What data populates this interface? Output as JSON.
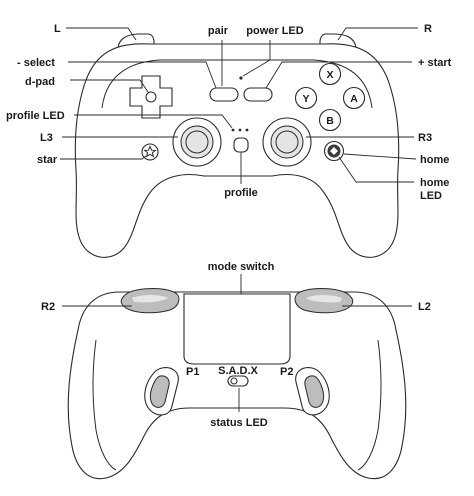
{
  "top_controller": {
    "labels": {
      "L": "L",
      "R": "R",
      "pair": "pair",
      "power_led": "power LED",
      "select": "- select",
      "start": "+ start",
      "dpad": "d-pad",
      "profile_led": "profile LED",
      "l3": "L3",
      "r3": "R3",
      "star": "star",
      "home": "home",
      "home_led_line1": "home",
      "home_led_line2": "LED",
      "profile": "profile"
    },
    "face_buttons": {
      "x": "X",
      "y": "Y",
      "a": "A",
      "b": "B"
    }
  },
  "bottom_controller": {
    "labels": {
      "mode_switch": "mode switch",
      "r2": "R2",
      "l2": "L2",
      "p1": "P1",
      "p2": "P2",
      "sadx": "S.A.D.X",
      "status_led": "status LED"
    }
  },
  "colors": {
    "line": "#2a2a2a",
    "shading": "#bdbdbd",
    "background": "#ffffff"
  }
}
